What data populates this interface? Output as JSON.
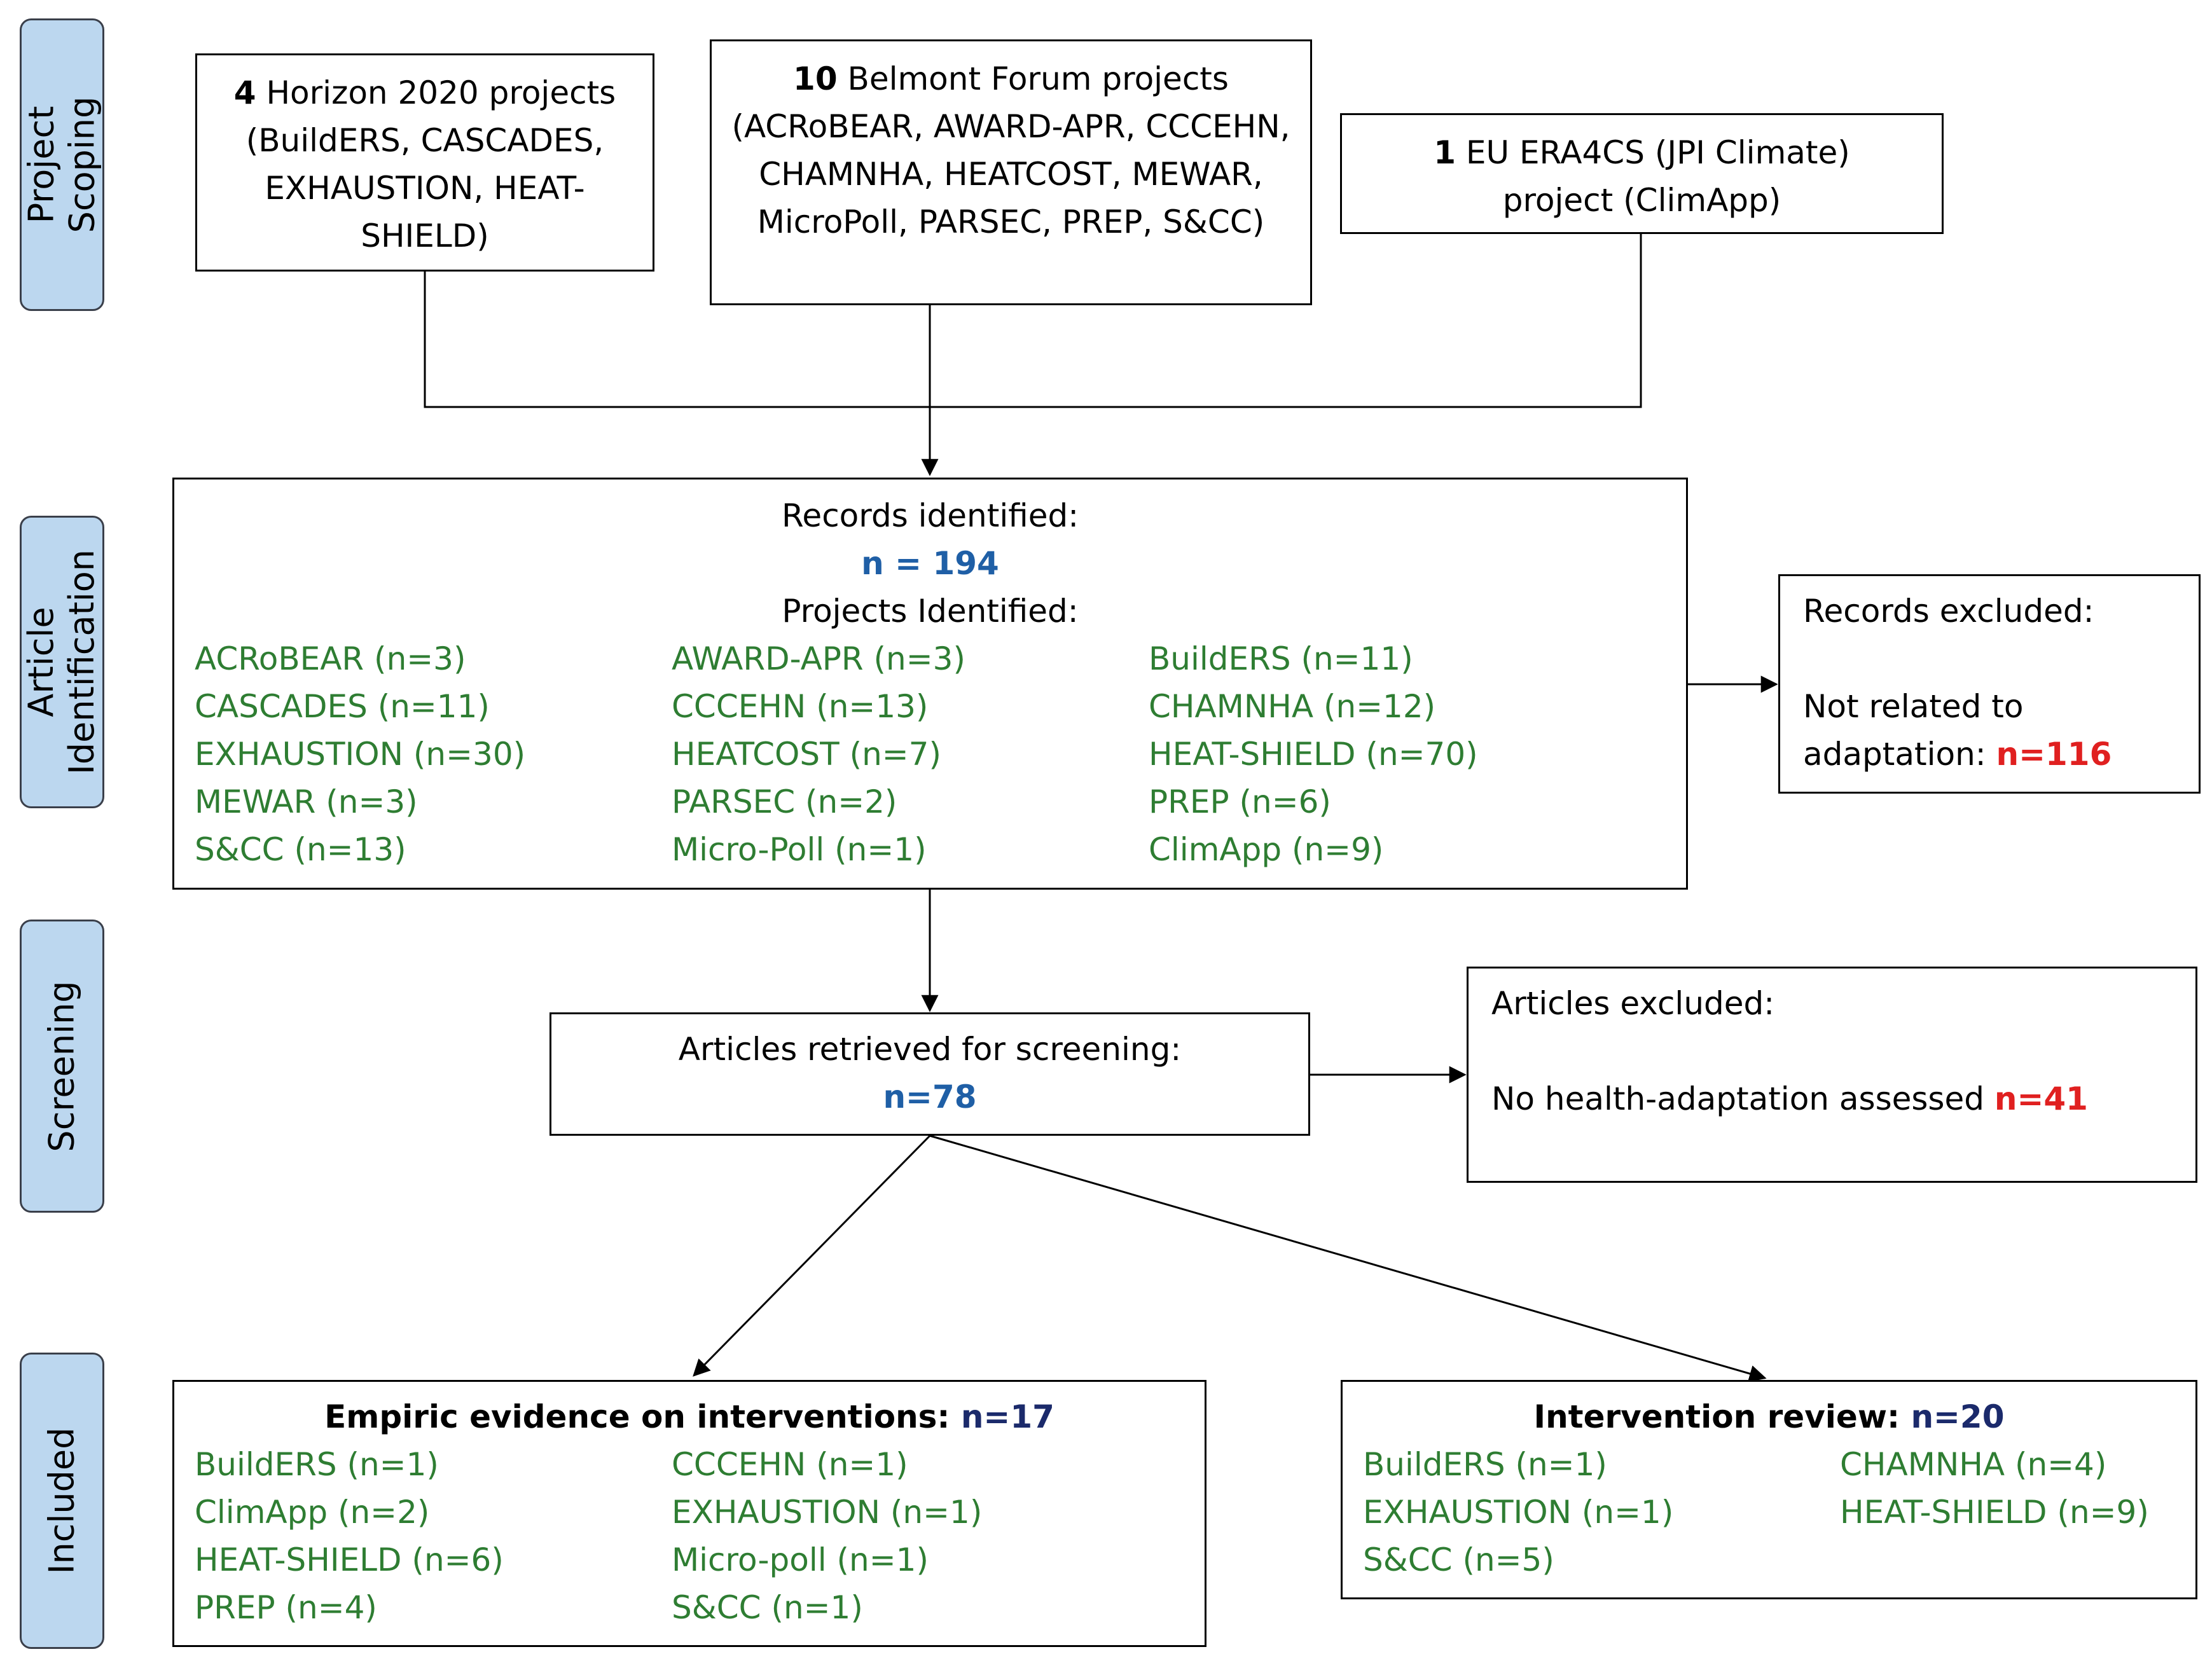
{
  "stages": {
    "scoping": "Project\nScoping",
    "identification": "Article\nIdentification",
    "screening": "Screening",
    "included": "Included"
  },
  "scoping": {
    "horizon": {
      "count": "4",
      "text": " Horizon 2020 projects (BuildERS, CASCADES, EXHAUSTION, HEAT-SHIELD)"
    },
    "belmont": {
      "count": "10",
      "text": " Belmont Forum projects (ACRoBEAR, AWARD-APR, CCCEHN, CHAMNHA, HEATCOST, MEWAR, MicroPoll, PARSEC, PREP, S&CC)"
    },
    "eu": {
      "count": "1",
      "text": " EU ERA4CS (JPI Climate) project (ClimApp)"
    }
  },
  "identification": {
    "records_label": "Records identified:",
    "records_n": "n = 194",
    "projects_label": "Projects Identified:",
    "projects": [
      "ACRoBEAR (n=3)",
      "AWARD-APR (n=3)",
      "BuildERS (n=11)",
      "CASCADES (n=11)",
      "CCCEHN (n=13)",
      "CHAMNHA (n=12)",
      "EXHAUSTION (n=30)",
      "HEATCOST (n=7)",
      "HEAT-SHIELD (n=70)",
      "MEWAR (n=3)",
      "PARSEC (n=2)",
      "PREP (n=6)",
      "S&CC (n=13)",
      "Micro-Poll (n=1)",
      "ClimApp (n=9)"
    ],
    "excluded_label": "Records excluded:",
    "excluded_reason": "Not related to adaptation: ",
    "excluded_n": "n=116"
  },
  "screening": {
    "retrieved_label": "Articles retrieved for screening:",
    "retrieved_n": "n=78",
    "excluded_label": "Articles excluded:",
    "excluded_reason": "No health-adaptation assessed ",
    "excluded_n": "n=41"
  },
  "included": {
    "empiric_label": "Empiric evidence on interventions: ",
    "empiric_n": "n=17",
    "empiric_items": [
      "BuildERS (n=1)",
      "CCCEHN (n=1)",
      "ClimApp (n=2)",
      "EXHAUSTION (n=1)",
      "HEAT-SHIELD (n=6)",
      "Micro-poll (n=1)",
      "PREP (n=4)",
      "S&CC (n=1)"
    ],
    "review_label": "Intervention review: ",
    "review_n": "n=20",
    "review_items": [
      "BuildERS (n=1)",
      "CHAMNHA (n=4)",
      "EXHAUSTION (n=1)",
      "HEAT-SHIELD (n=9)",
      "S&CC (n=5)"
    ]
  },
  "colors": {
    "stage_fill": "#bcd7ef",
    "project_text": "#2e7d32",
    "count_blue": "#1f5fa6",
    "count_navy": "#1b2a6b",
    "excluded_red": "#e02020"
  }
}
